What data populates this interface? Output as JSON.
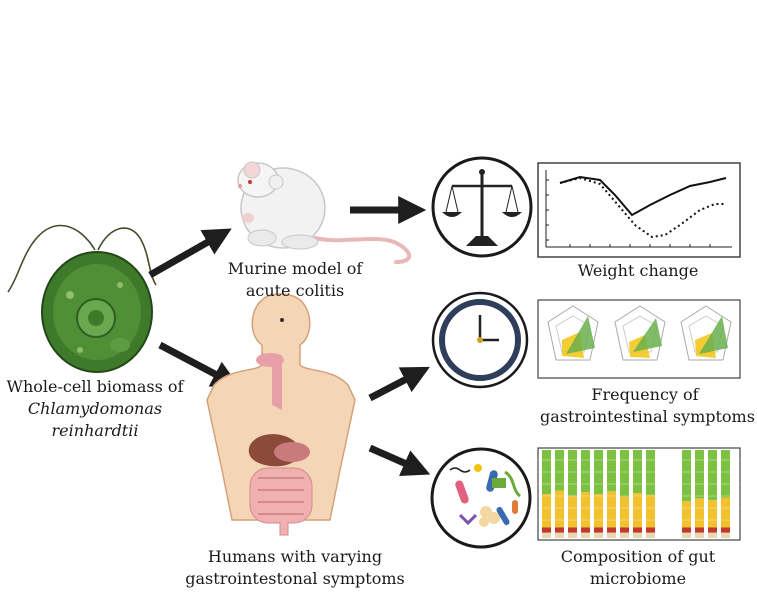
{
  "labels": {
    "algae_line1": "Whole-cell biomass of",
    "algae_line2": "Chlamydomonas",
    "algae_line3": "reinhardtii",
    "mouse_line1": "Murine model of",
    "mouse_line2": "acute colitis",
    "human_line1": "Humans with varying",
    "human_line2": "gastrointestonal symptoms",
    "weight": "Weight change",
    "freq_line1": "Frequency of",
    "freq_line2": "gastrointestinal symptoms",
    "micro_line1": "Composition of gut",
    "micro_line2": "microbiome"
  },
  "icons": {
    "algae": "chlamydomonas-cell-icon",
    "mouse": "mouse-icon",
    "human": "human-torso-digestive-icon",
    "scale": "balance-scale-icon",
    "clock": "clock-icon",
    "bacteria": "bacteria-icon"
  },
  "colors": {
    "arrow": "#1e1e1e",
    "algae_cell": "#3e7a2a",
    "microbiome_green": "#7cc142",
    "microbiome_yellow": "#f2c12e",
    "microbiome_red": "#c0392b",
    "radar_green": "#6ab04c",
    "radar_yellow": "#f1c40f"
  }
}
